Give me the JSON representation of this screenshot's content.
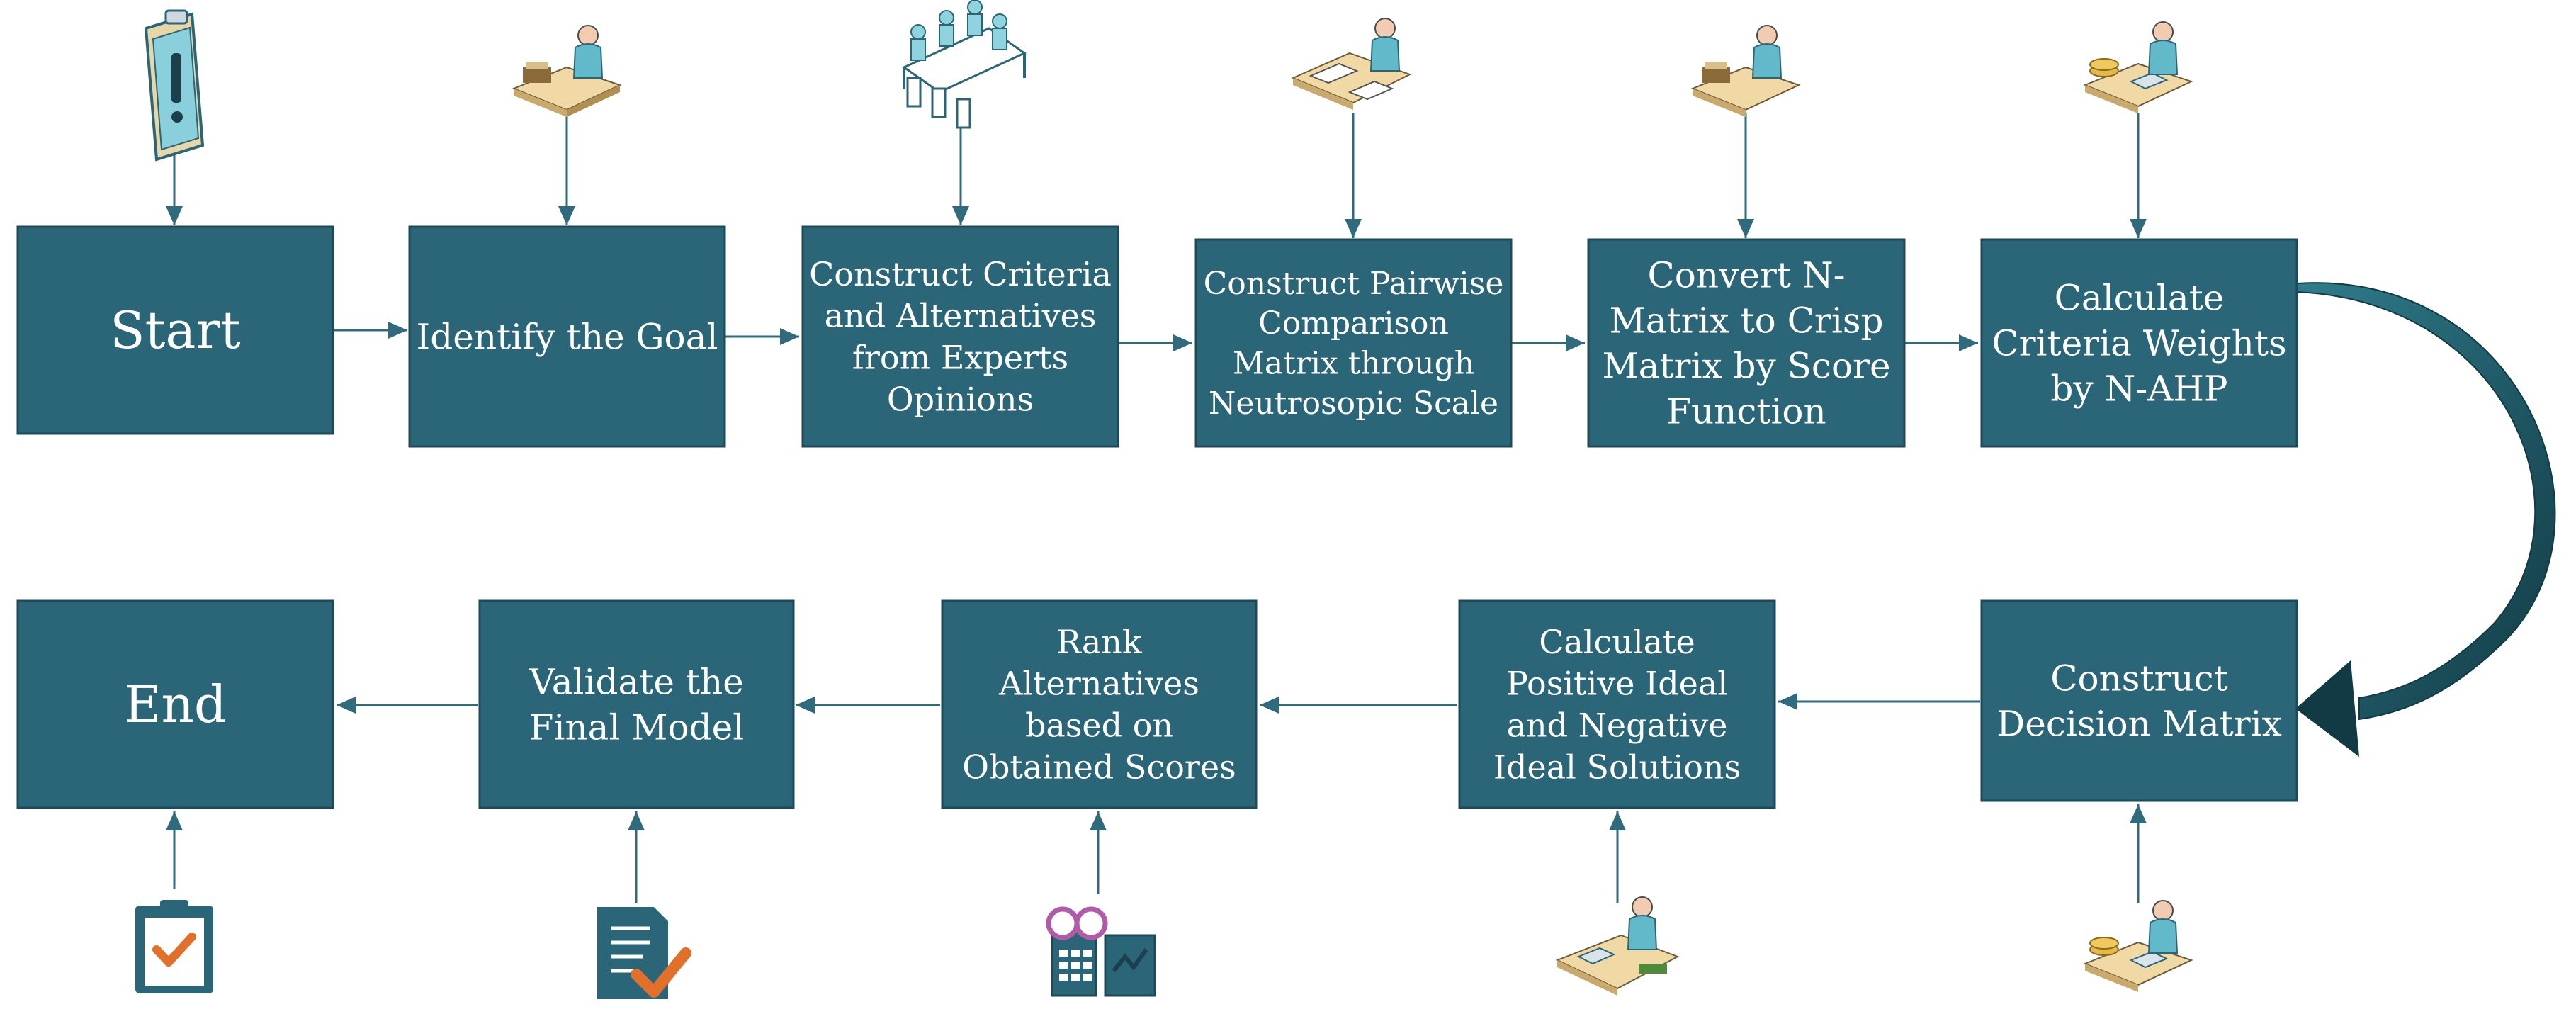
{
  "diagram": {
    "type": "flowchart",
    "row1": [
      {
        "id": "start",
        "lines": [
          "Start"
        ],
        "icon": "clipboard-alert-icon"
      },
      {
        "id": "goal",
        "lines": [
          "Identify the Goal"
        ],
        "icon": "person-at-desk-icon"
      },
      {
        "id": "criteria",
        "lines": [
          "Construct Criteria",
          "and Alternatives",
          "from Experts",
          "Opinions"
        ],
        "icon": "meeting-table-icon"
      },
      {
        "id": "pairwise",
        "lines": [
          "Construct Pairwise",
          "Comparison",
          "Matrix through",
          "Neutrosopic Scale"
        ],
        "icon": "person-with-papers-icon"
      },
      {
        "id": "convert",
        "lines": [
          "Convert N-",
          "Matrix to Crisp",
          "Matrix by Score",
          "Function"
        ],
        "icon": "person-at-desk-icon"
      },
      {
        "id": "weights",
        "lines": [
          "Calculate",
          "Criteria Weights",
          "by N-AHP"
        ],
        "icon": "person-with-calculator-icon"
      }
    ],
    "row2": [
      {
        "id": "end",
        "lines": [
          "End"
        ],
        "icon": "clipboard-check-icon"
      },
      {
        "id": "validate",
        "lines": [
          "Validate the",
          "Final Model"
        ],
        "icon": "document-check-icon"
      },
      {
        "id": "rank",
        "lines": [
          "Rank",
          "Alternatives",
          "based on",
          "Obtained Scores"
        ],
        "icon": "binoculars-chart-icon"
      },
      {
        "id": "ideal",
        "lines": [
          "Calculate",
          "Positive Ideal",
          "and Negative",
          "Ideal Solutions"
        ],
        "icon": "person-with-calculator-icon"
      },
      {
        "id": "decision",
        "lines": [
          "Construct",
          "Decision Matrix"
        ],
        "icon": "person-with-calculator-icon"
      }
    ],
    "colors": {
      "box_fill": "#2b6678",
      "box_stroke": "#1c4a57",
      "arrow": "#2f6b7c",
      "big_arrow": "#1f5460",
      "text": "#ffffff"
    }
  }
}
